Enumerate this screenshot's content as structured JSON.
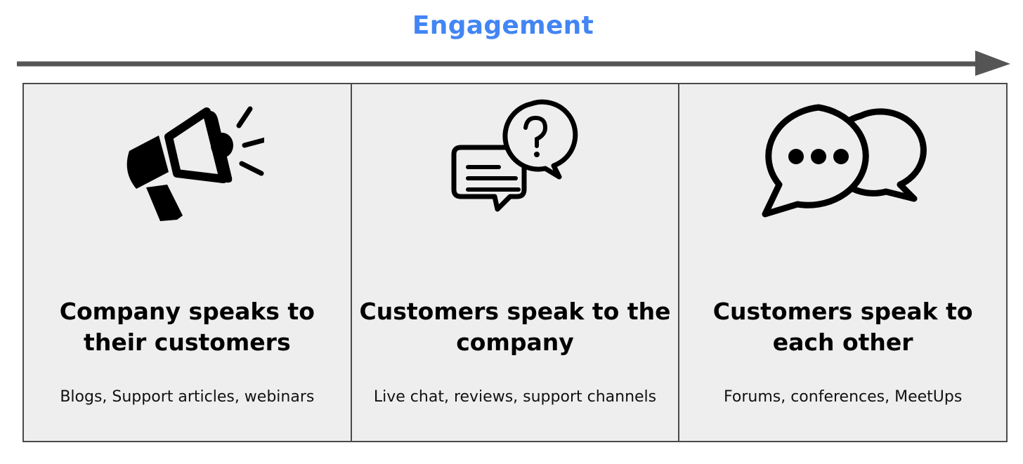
{
  "title": "Engagement",
  "colors": {
    "title": "#4285f4",
    "arrow": "#555555",
    "panel_background": "#eeeeee",
    "border": "#4a4a4a",
    "icon": "#000000"
  },
  "panels": [
    {
      "icon": "megaphone-icon",
      "heading": "Company speaks to their customers",
      "description": "Blogs, Support articles, webinars"
    },
    {
      "icon": "chat-question-icon",
      "heading": "Customers speak to the company",
      "description": "Live chat, reviews, support channels"
    },
    {
      "icon": "speech-bubbles-icon",
      "heading": "Customers speak to each other",
      "description": "Forums, conferences, MeetUps"
    }
  ]
}
